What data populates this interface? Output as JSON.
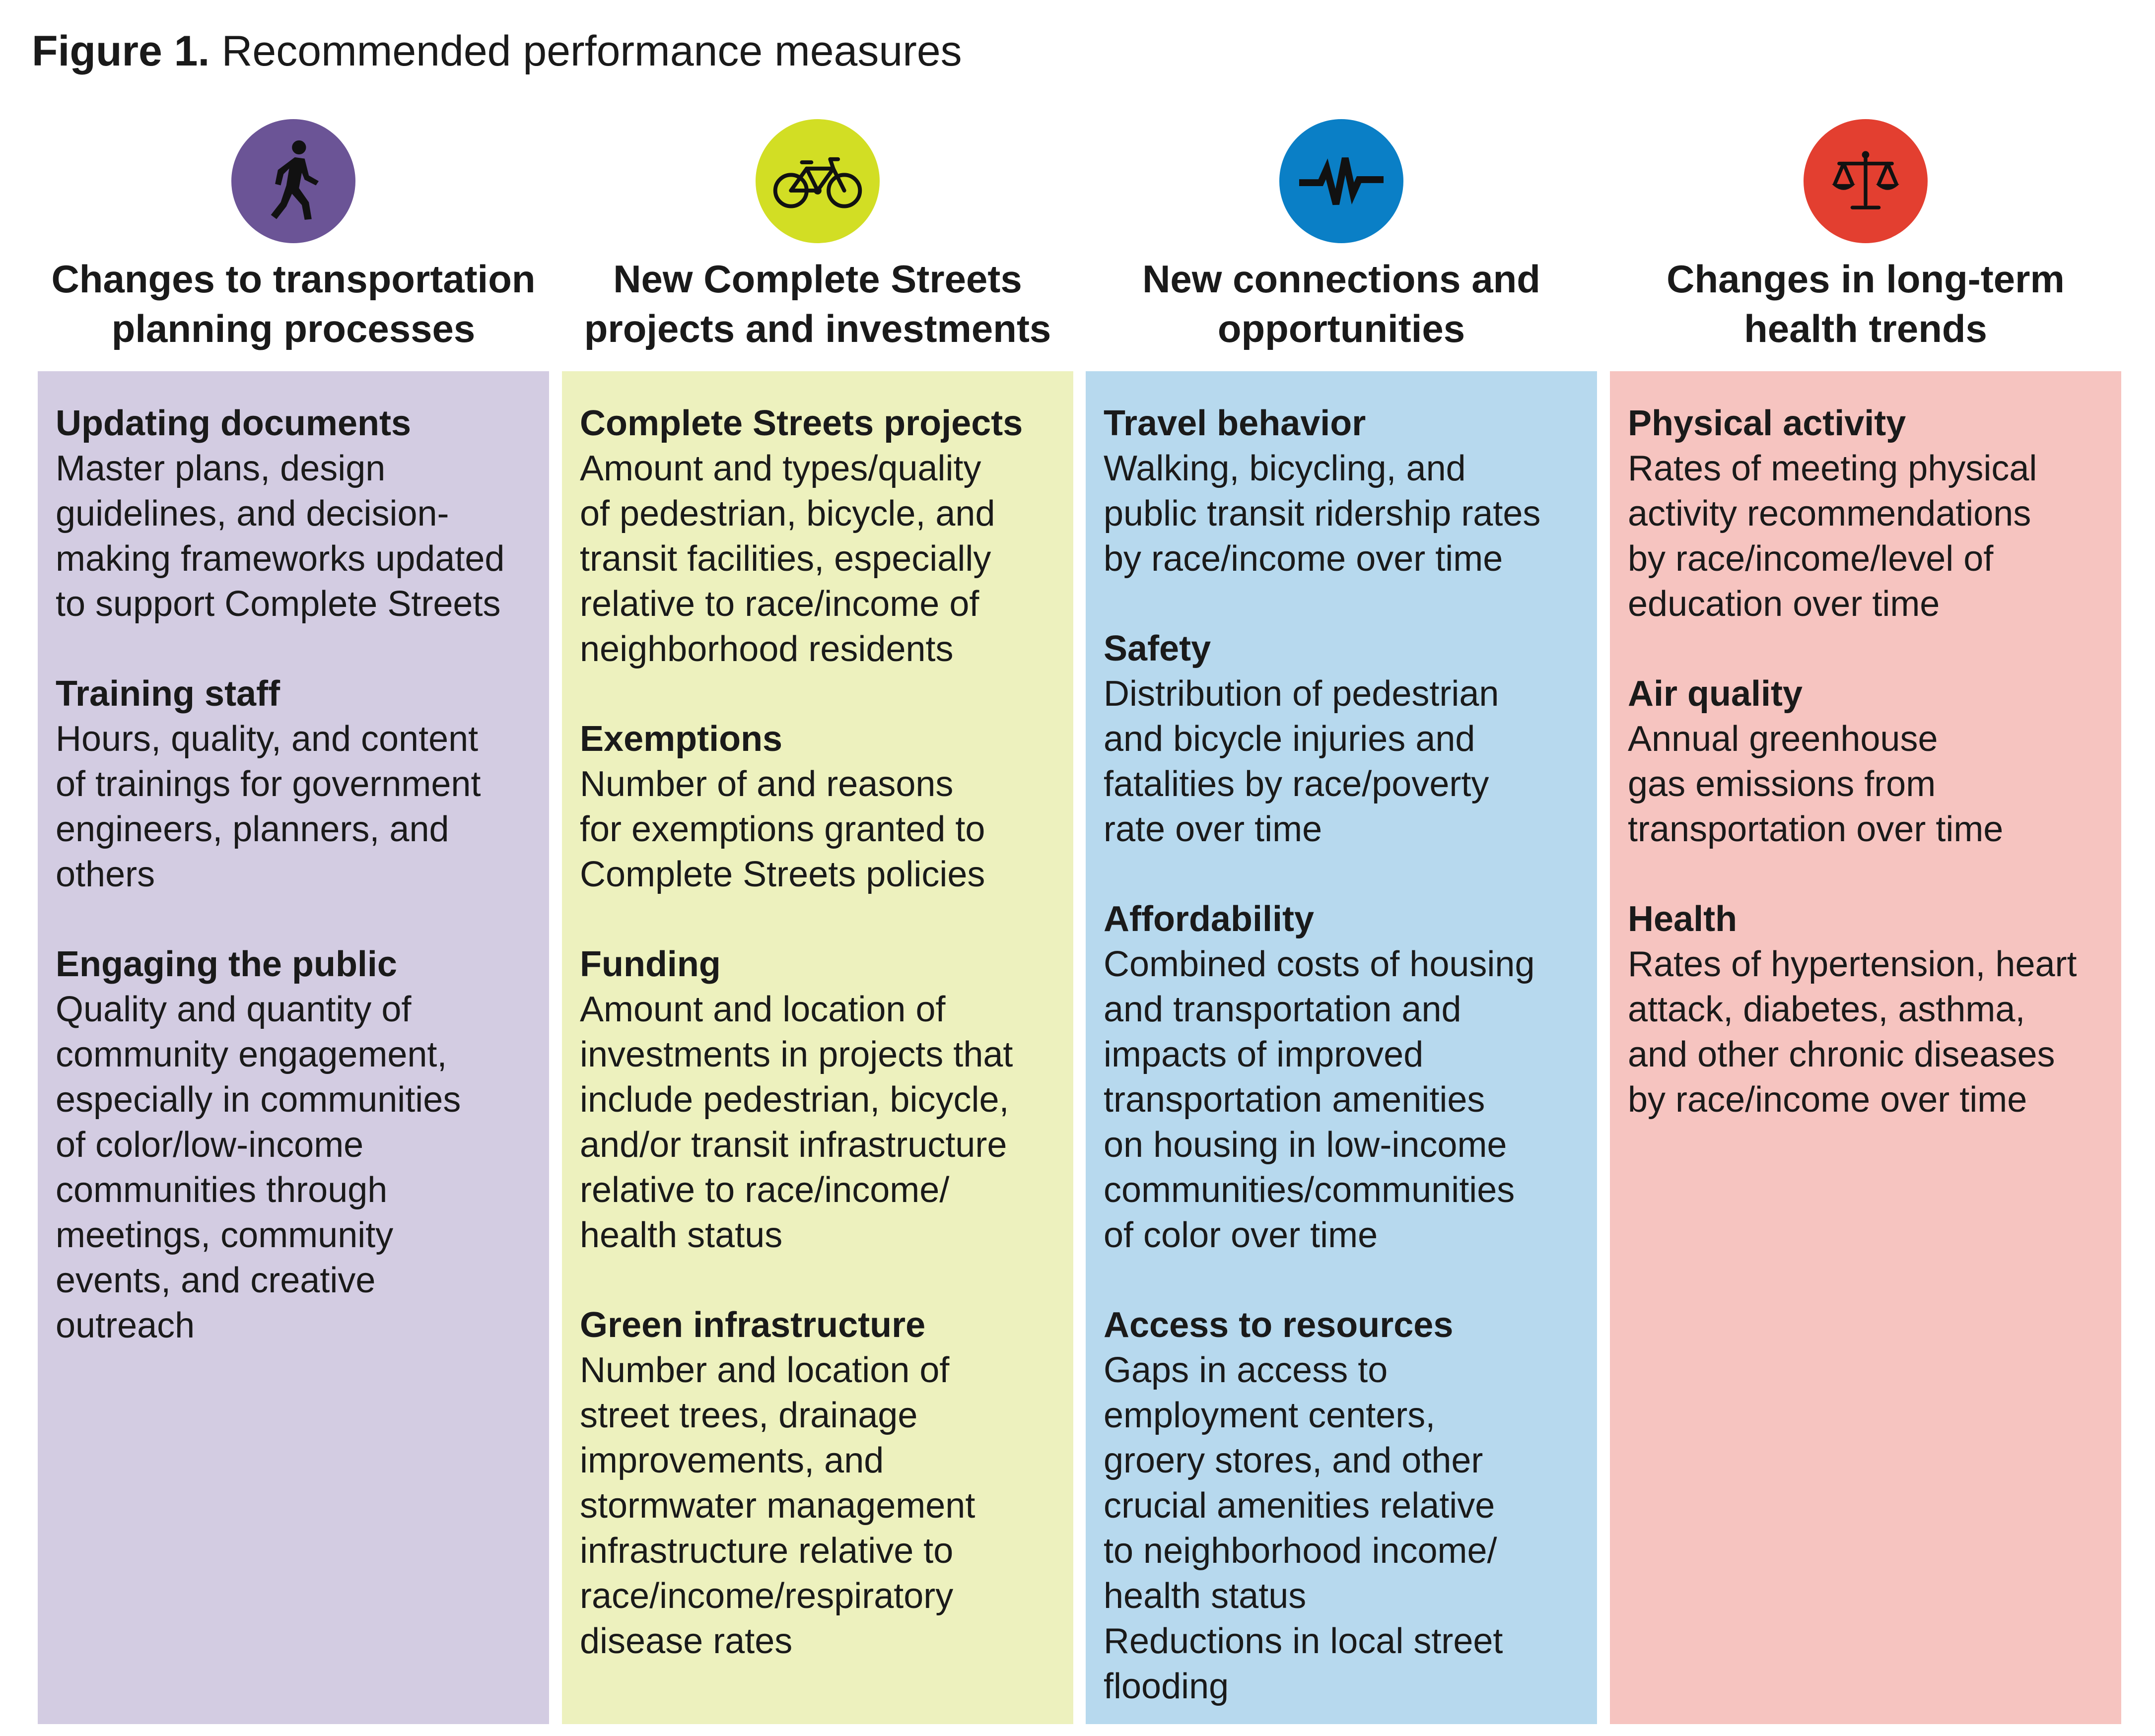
{
  "figure": {
    "label": "Figure 1.",
    "caption": "Recommended performance measures"
  },
  "columns": [
    {
      "icon": "pedestrian-icon",
      "icon_color": "#6B5496",
      "panel_color": "#D3CCE2",
      "heading_lines": [
        "Changes to transportation",
        "planning processes"
      ],
      "measures": [
        {
          "name": "Updating documents",
          "lines": [
            "Master plans, design",
            "guidelines, and decision-",
            "making frameworks updated",
            "to support Complete Streets"
          ]
        },
        {
          "name": "Training staff",
          "lines": [
            "Hours, quality, and content",
            "of trainings for government",
            "engineers, planners, and",
            "others"
          ]
        },
        {
          "name": "Engaging the public",
          "lines": [
            "Quality and quantity of",
            "community engagement,",
            "especially in communities",
            "of color/low-income",
            "communities through",
            "meetings, community",
            "events, and creative",
            "outreach"
          ]
        }
      ]
    },
    {
      "icon": "bicycle-icon",
      "icon_color": "#D2DE24",
      "panel_color": "#EDF1BE",
      "heading_lines": [
        "New Complete Streets",
        "projects and investments"
      ],
      "measures": [
        {
          "name": "Complete Streets projects",
          "lines": [
            "Amount and types/quality",
            "of pedestrian, bicycle, and",
            "transit facilities, especially",
            "relative to race/income of",
            "neighborhood residents"
          ]
        },
        {
          "name": "Exemptions",
          "lines": [
            "Number of and reasons",
            "for exemptions granted to",
            "Complete Streets policies"
          ]
        },
        {
          "name": "Funding",
          "lines": [
            "Amount and location of",
            "investments in projects that",
            "include pedestrian, bicycle,",
            "and/or transit infrastructure",
            "relative to race/income/",
            "health status"
          ]
        },
        {
          "name": "Green infrastructure",
          "lines": [
            "Number and location of",
            "street trees, drainage",
            "improvements, and",
            "stormwater management",
            "infrastructure relative to",
            "race/income/respiratory",
            "disease rates"
          ]
        }
      ]
    },
    {
      "icon": "pulse-icon",
      "icon_color": "#0A7FC6",
      "panel_color": "#B7D9EE",
      "heading_lines": [
        "New connections and",
        "opportunities"
      ],
      "measures": [
        {
          "name": "Travel behavior",
          "lines": [
            "Walking, bicycling, and",
            "public transit ridership rates",
            "by race/income over time"
          ]
        },
        {
          "name": "Safety",
          "lines": [
            "Distribution of pedestrian",
            "and bicycle injuries and",
            "fatalities by race/poverty",
            "rate over time"
          ]
        },
        {
          "name": "Affordability",
          "lines": [
            "Combined costs of housing",
            "and transportation and",
            "impacts of improved",
            "transportation amenities",
            "on housing in low-income",
            "communities/communities",
            "of color over time"
          ]
        },
        {
          "name": "Access to resources",
          "lines": [
            "Gaps in access to",
            "employment centers,",
            "groery stores, and other",
            "crucial amenities relative",
            "to neighborhood income/",
            "health status",
            "Reductions in local street",
            "flooding"
          ]
        }
      ]
    },
    {
      "icon": "scales-icon",
      "icon_color": "#E33F30",
      "panel_color": "#F6C4C0",
      "heading_lines": [
        "Changes in long-term",
        "health trends"
      ],
      "measures": [
        {
          "name": "Physical activity",
          "lines": [
            "Rates of meeting physical",
            "activity recommendations",
            "by race/income/level of",
            "education over time"
          ]
        },
        {
          "name": "Air quality",
          "lines": [
            "Annual greenhouse",
            "gas emissions from",
            "transportation over time"
          ]
        },
        {
          "name": "Health",
          "lines": [
            "Rates of hypertension, heart",
            "attack, diabetes, asthma,",
            "and other chronic diseases",
            "by race/income over time"
          ]
        }
      ]
    }
  ]
}
